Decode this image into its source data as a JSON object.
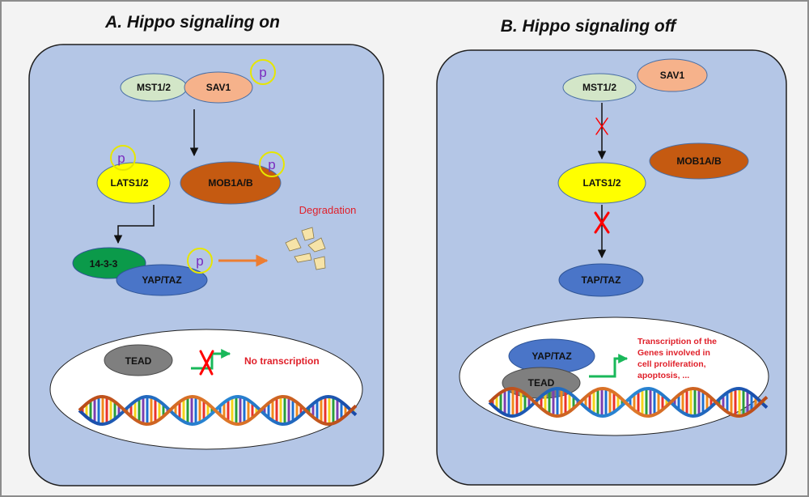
{
  "panel_a": {
    "title": "A. Hippo signaling on",
    "mst": "MST1/2",
    "sav": "SAV1",
    "lats": "LATS1/2",
    "mob": "MOB1A/B",
    "p_label": "p",
    "p14": "14-3-3",
    "yap": "YAP/TAZ",
    "degradation": "Degradation",
    "tead": "TEAD",
    "no_transcription": "No transcription"
  },
  "panel_b": {
    "title": "B. Hippo signaling off",
    "mst": "MST1/2",
    "sav": "SAV1",
    "mob": "MOB1A/B",
    "lats": "LATS1/2",
    "tap": "TAP/TAZ",
    "yap": "YAP/TAZ",
    "tead": "TEAD",
    "transcription_lines": [
      "Transcription of the",
      "Genes involved in",
      "cell proliferation,",
      "apoptosis, ..."
    ]
  },
  "colors": {
    "cell_fill": "#b4c6e6",
    "nucleus_fill": "#ffffff",
    "mst": "#d3e6c8",
    "sav": "#f6b28b",
    "lats": "#ffff00",
    "mob": "#c55a11",
    "p14": "#0b9a4a",
    "yap": "#4a75c8",
    "tead": "#7f7f7f",
    "inhibit": "#ff0000",
    "green_arrow": "#19b85a",
    "orange_arrow": "#ed7d31",
    "degradation_fragments": "#f6e3a8"
  }
}
